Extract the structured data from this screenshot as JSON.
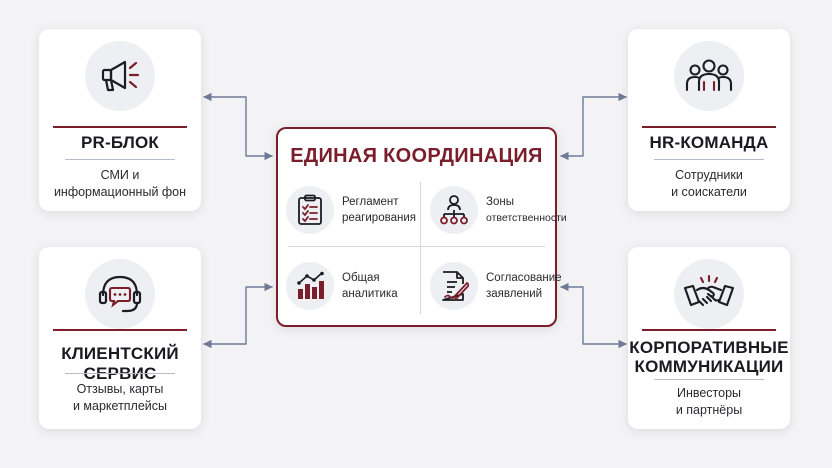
{
  "center": {
    "title": "ЕДИНАЯ КООРДИНАЦИЯ",
    "cells": [
      {
        "line1": "Регламент",
        "line2": "реагирования",
        "icon": "checklist-icon"
      },
      {
        "line1": "Зоны",
        "line2": "ответственности",
        "icon": "org-chart-icon"
      },
      {
        "line1": "Общая",
        "line2": "аналитика",
        "icon": "analytics-chart-icon"
      },
      {
        "line1": "Согласование",
        "line2": "заявлений",
        "icon": "document-sign-icon"
      }
    ]
  },
  "cards": {
    "pr": {
      "title": "PR-БЛОК",
      "line1": "СМИ и",
      "line2": "информационный фон",
      "icon": "megaphone-icon"
    },
    "hr": {
      "title": "HR-КОМАНДА",
      "line1": "Сотрудники",
      "line2": "и соискатели",
      "icon": "team-icon"
    },
    "client": {
      "title": "КЛИЕНТСКИЙ СЕРВИС",
      "line1": "Отзывы, карты",
      "line2": "и маркетплейсы",
      "icon": "headset-icon"
    },
    "corp": {
      "title1": "КОРПОРАТИВНЫЕ",
      "title2": "КОММУНИКАЦИИ",
      "line1": "Инвесторы",
      "line2": "и партнёры",
      "icon": "handshake-icon"
    }
  },
  "colors": {
    "accent": "#7b1e2b",
    "arrow": "#6f7a96",
    "icon_bg": "#eeeff3"
  }
}
